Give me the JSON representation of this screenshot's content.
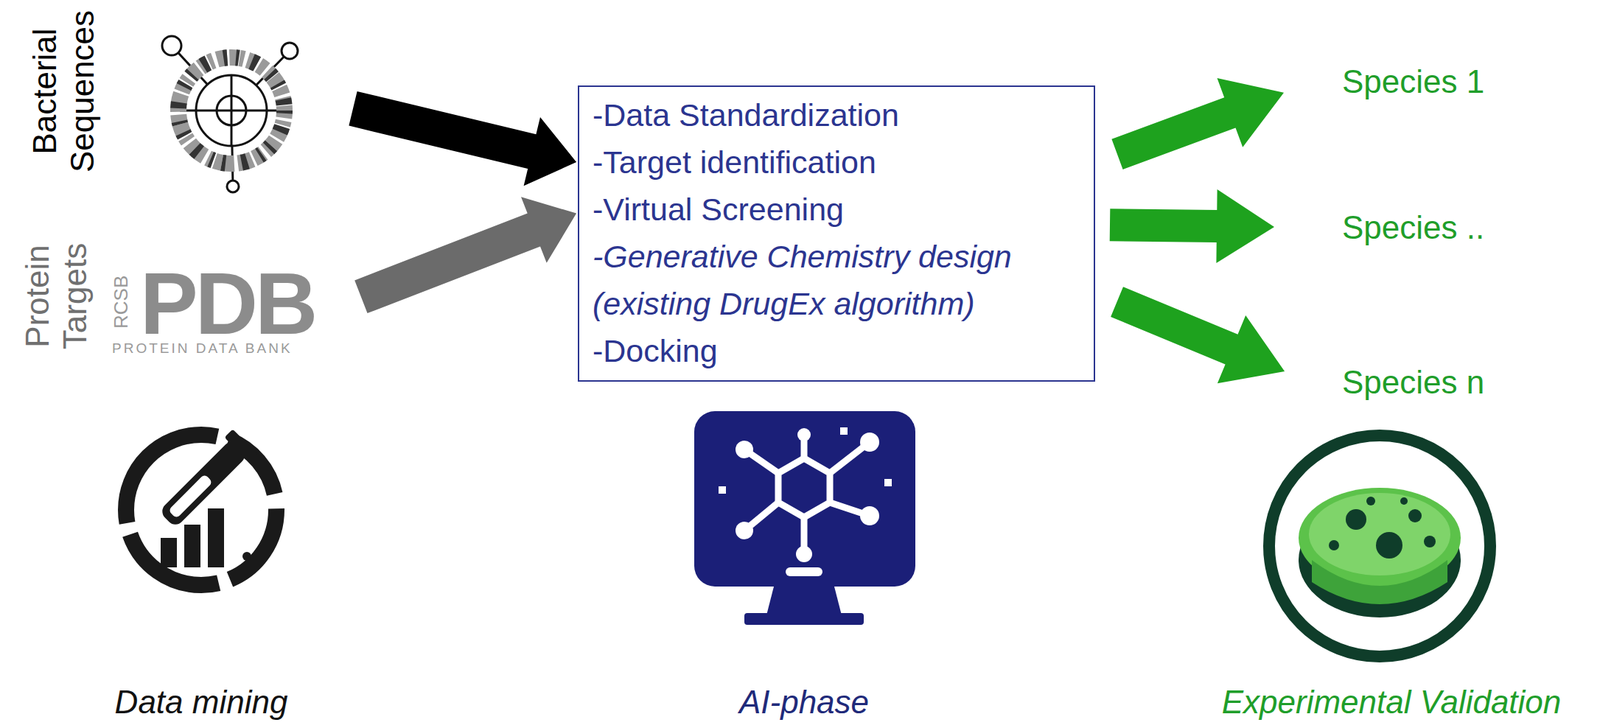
{
  "diagram": {
    "nodes": [
      {
        "text": [
          "Bacterial Sequences"
        ]
      },
      {
        "text": [
          "Protein Targets"
        ]
      },
      {
        "text": [
          "-Data Standardization",
          "-Target identification",
          "-Virtual Screening",
          "-Generative Chemistry design (existing DrugEx algorithm)",
          "-Docking"
        ]
      },
      {
        "text": [
          "Species 1"
        ]
      },
      {
        "text": [
          "Species .."
        ]
      },
      {
        "text": [
          "Species n"
        ]
      }
    ],
    "edges": [
      {
        "from": 0,
        "to": 2,
        "arrow": "to"
      },
      {
        "from": 1,
        "to": 2,
        "arrow": "to"
      },
      {
        "from": 2,
        "to": 3,
        "arrow": "to"
      },
      {
        "from": 2,
        "to": 4,
        "arrow": "to"
      },
      {
        "from": 2,
        "to": 5,
        "arrow": "to"
      }
    ],
    "labels": [
      "RCSB",
      "PDB",
      "PROTEIN DATA BANK",
      "Data mining",
      "AI-phase",
      "Experimental Validation"
    ]
  }
}
